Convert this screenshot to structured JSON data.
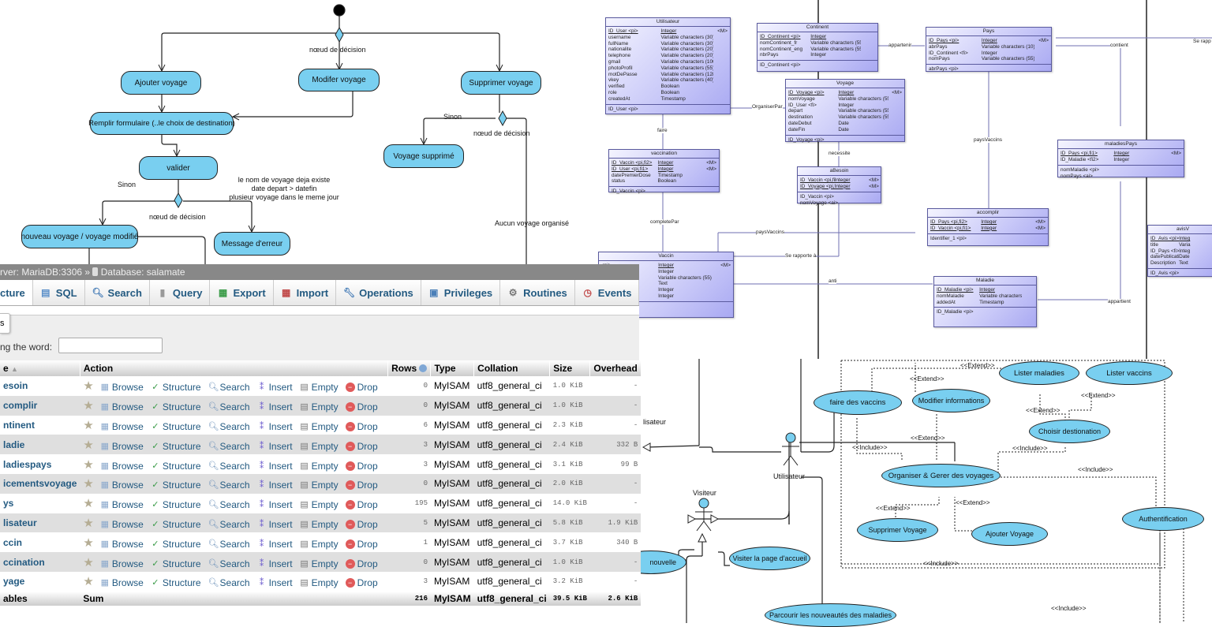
{
  "activity": {
    "nodes": {
      "ajouter": "Ajouter voyage",
      "modifier": "Modifer voyage",
      "supprimer": "Supprimer voyage",
      "remplir": "Remplir formulaire (..le choix de destination)",
      "valider": "valider",
      "nouveau": "nouveau voyage / voyage modifié",
      "erreur": "Message d'erreur",
      "supprime": "Voyage supprimé"
    },
    "labels": {
      "decision1": "nœud de décision",
      "decision2": "nœud de décision",
      "decision3": "nœud de décision",
      "sinon1": "Sinon",
      "sinon2": "Sinon",
      "conditions": [
        "le nom de voyage deja existe",
        "date depart > datefin",
        "plusieur voyage dans le meme jour"
      ],
      "aucun": "Aucun voyage organisé"
    }
  },
  "erd": {
    "entities": {
      "utilisateur": {
        "name": "Utilisateur",
        "attrs": [
          [
            "ID_User",
            "<pi>",
            "Integer",
            "<M>"
          ],
          [
            "username",
            "",
            "Variable characters (30)",
            ""
          ],
          [
            "fullName",
            "",
            "Variable characters (30)",
            ""
          ],
          [
            "nationalite",
            "",
            "Variable characters (20)",
            ""
          ],
          [
            "telephone",
            "",
            "Variable characters (20)",
            ""
          ],
          [
            "gmail",
            "",
            "Variable characters (100)",
            ""
          ],
          [
            "photoProfil",
            "",
            "Variable characters (55)",
            ""
          ],
          [
            "motDePasse",
            "",
            "Variable characters (128)",
            ""
          ],
          [
            "vkey",
            "",
            "Variable characters (40)",
            ""
          ],
          [
            "verified",
            "",
            "Boolean",
            ""
          ],
          [
            "role",
            "",
            "Boolean",
            ""
          ],
          [
            "createdAt",
            "",
            "Timestamp",
            ""
          ]
        ],
        "ids": [
          "ID_User <pi>"
        ]
      },
      "continent": {
        "name": "Continent",
        "attrs": [
          [
            "ID_Continent",
            "<pi>",
            "Integer",
            ""
          ],
          [
            "nomContinent_fr",
            "",
            "Variable characters (55)",
            ""
          ],
          [
            "nomContinent_eng",
            "",
            "Variable characters (55)",
            ""
          ],
          [
            "nbrPays",
            "",
            "Integer",
            ""
          ]
        ],
        "ids": [
          "ID_Continent <pi>"
        ]
      },
      "pays": {
        "name": "Pays",
        "attrs": [
          [
            "ID_Pays",
            "<pi>",
            "Integer",
            "<M>"
          ],
          [
            "abrPays",
            "",
            "Variable characters (10)",
            ""
          ],
          [
            "ID_Continent",
            "<fi>",
            "Integer",
            ""
          ],
          [
            "nomPays",
            "",
            "Variable characters (55)",
            ""
          ]
        ],
        "ids": [
          "abrPays <pi>"
        ]
      },
      "voyage": {
        "name": "Voyage",
        "attrs": [
          [
            "ID_Voyage",
            "<pi>",
            "Integer",
            "<M>"
          ],
          [
            "nomVoyage",
            "",
            "Variable characters (55)",
            ""
          ],
          [
            "ID_User",
            "<fi>",
            "Integer",
            ""
          ],
          [
            "depart",
            "",
            "Variable characters (55)",
            ""
          ],
          [
            "destination",
            "",
            "Variable characters (55)",
            ""
          ],
          [
            "dateDebut",
            "",
            "Date",
            ""
          ],
          [
            "dateFin",
            "",
            "Date",
            ""
          ]
        ],
        "ids": [
          "ID_Voyage <pi>"
        ]
      },
      "vaccination": {
        "name": "vaccination",
        "attrs": [
          [
            "ID_Vaccin",
            "<pi,fi2>",
            "Integer",
            "<M>"
          ],
          [
            "ID_User",
            "<pi,fi1>",
            "Integer",
            "<M>"
          ],
          [
            "datePremierDose",
            "",
            "Timestamp",
            ""
          ],
          [
            "status",
            "",
            "Boolean",
            ""
          ]
        ],
        "ids": [
          "ID_Vaccin <pi>"
        ]
      },
      "abesoin": {
        "name": "aBesoin",
        "attrs": [
          [
            "ID_Vaccin",
            "<pi,fi2>",
            "Integer",
            "<M>"
          ],
          [
            "ID_Voyage",
            "<pi,fi1>",
            "Integer",
            "<M>"
          ]
        ],
        "ids": [
          "ID_Vaccin <pi>",
          "nomVoyage <ai>"
        ]
      },
      "maladiespays": {
        "name": "maladiesPays",
        "attrs": [
          [
            "ID_Pays",
            "<pi,fi1>",
            "Integer",
            "<M>"
          ],
          [
            "ID_Maladie",
            "<fi2>",
            "Integer",
            ""
          ]
        ],
        "ids": [
          "nomMaladie <pi>",
          "nomPays <ai>"
        ]
      },
      "accomplir": {
        "name": "accomplir",
        "attrs": [
          [
            "ID_Pays",
            "<pi,fi2>",
            "Integer",
            "<M>"
          ],
          [
            "ID_Vaccin",
            "<pi,fi1>",
            "Integer",
            "<M>"
          ]
        ],
        "ids": [
          "Identifier_1 <pi>"
        ]
      },
      "vaccin": {
        "name": "Vaccin",
        "attrs": [
          [
            "",
            "<pi>",
            "Integer",
            "<M>"
          ],
          [
            "",
            "<fi>",
            "Integer",
            ""
          ],
          [
            "",
            "",
            "Variable characters (55)",
            ""
          ],
          [
            "",
            "",
            "Text",
            ""
          ],
          [
            "",
            "",
            "Integer",
            ""
          ],
          [
            "",
            "",
            "Integer",
            ""
          ]
        ],
        "ids": []
      },
      "maladie": {
        "name": "Maladie",
        "attrs": [
          [
            "ID_Maladie",
            "<pi>",
            "Integer",
            ""
          ],
          [
            "nomMaladie",
            "",
            "Variable characters (55",
            ""
          ],
          [
            "addedAt",
            "",
            "Timestamp",
            ""
          ]
        ],
        "ids": [
          "ID_Maladie <pi>"
        ]
      },
      "avis": {
        "name": "avisV",
        "attrs": [
          [
            "ID_Avis",
            "<pi>",
            "Integ",
            ""
          ],
          [
            "title",
            "",
            "Varia",
            ""
          ],
          [
            "ID_Pays",
            "<fi>",
            "Integ",
            ""
          ],
          [
            "datePublication",
            "",
            "Date",
            ""
          ],
          [
            "Description",
            "",
            "Text",
            ""
          ]
        ],
        "ids": [
          "ID_Avis <pi>"
        ]
      }
    },
    "relations": {
      "appartenir": "appartenir",
      "contient": "contient",
      "se_rapporte_top": "Se rapp",
      "organiserpar": "OrganiserPar",
      "faire": "faire",
      "necessite": "necessite",
      "paysvaccins1": "paysVaccins",
      "paysvaccins2": "paysVaccins",
      "completepar": "completePar",
      "se_rapporte": "Se rapporte à",
      "anti": "anti",
      "appartient": "appartient"
    }
  },
  "usecase": {
    "actors": {
      "utilisateur": "Utilisateur",
      "visiteur": "Visiteur",
      "partial": "lisateur"
    },
    "cases": {
      "faire_vaccins": "faire des vaccins",
      "modifier_info": "Modifier informations",
      "lister_maladies": "Lister maladies",
      "lister_vaccins": "Lister vaccins",
      "choisir_dest": "Choisir destionation",
      "organiser": "Organiser & Gerer des voyages",
      "supprimer": "Supprimer Voyage",
      "ajouter": "Ajouter Voyage",
      "auth": "Authentification",
      "visiter": "Visiter la page d'accueil",
      "nouvelle": "nouvelle",
      "parcourir": "Parcourir les nouveautés des maladies"
    },
    "stereotypes": {
      "extend": "<<Extend>>",
      "include": "<<Include>>"
    }
  },
  "pma": {
    "breadcrumb": {
      "server": "rver: MariaDB:3306",
      "sep": "»",
      "database": "Database: salamate"
    },
    "tabs": [
      {
        "label": "cture",
        "icon": "structure-icon"
      },
      {
        "label": "SQL",
        "icon": "sql-icon"
      },
      {
        "label": "Search",
        "icon": "search-icon"
      },
      {
        "label": "Query",
        "icon": "query-icon"
      },
      {
        "label": "Export",
        "icon": "export-icon"
      },
      {
        "label": "Import",
        "icon": "import-icon"
      },
      {
        "label": "Operations",
        "icon": "operations-icon"
      },
      {
        "label": "Privileges",
        "icon": "privileges-icon"
      },
      {
        "label": "Routines",
        "icon": "routines-icon"
      },
      {
        "label": "Events",
        "icon": "events-icon"
      }
    ],
    "filter": {
      "button_partial": "s",
      "label": "ng the word:",
      "value": ""
    },
    "columns": {
      "table": "e",
      "action": "Action",
      "rows": "Rows",
      "type": "Type",
      "collation": "Collation",
      "size": "Size",
      "overhead": "Overhead"
    },
    "actions": {
      "browse": "Browse",
      "structure": "Structure",
      "search": "Search",
      "insert": "Insert",
      "empty": "Empty",
      "drop": "Drop"
    },
    "rows": [
      {
        "name": "esoin",
        "rows": "0",
        "type": "MyISAM",
        "collation": "utf8_general_ci",
        "size": "1.0 KiB",
        "overhead": "-"
      },
      {
        "name": "complir",
        "rows": "0",
        "type": "MyISAM",
        "collation": "utf8_general_ci",
        "size": "1.0 KiB",
        "overhead": "-"
      },
      {
        "name": "ntinent",
        "rows": "6",
        "type": "MyISAM",
        "collation": "utf8_general_ci",
        "size": "2.3 KiB",
        "overhead": "-"
      },
      {
        "name": "ladie",
        "rows": "3",
        "type": "MyISAM",
        "collation": "utf8_general_ci",
        "size": "2.4 KiB",
        "overhead": "332 B"
      },
      {
        "name": "ladiespays",
        "rows": "3",
        "type": "MyISAM",
        "collation": "utf8_general_ci",
        "size": "3.1 KiB",
        "overhead": "99 B"
      },
      {
        "name": "icementsvoyage",
        "rows": "0",
        "type": "MyISAM",
        "collation": "utf8_general_ci",
        "size": "2.0 KiB",
        "overhead": "-"
      },
      {
        "name": "ys",
        "rows": "195",
        "type": "MyISAM",
        "collation": "utf8_general_ci",
        "size": "14.0 KiB",
        "overhead": "-"
      },
      {
        "name": "lisateur",
        "rows": "5",
        "type": "MyISAM",
        "collation": "utf8_general_ci",
        "size": "5.8 KiB",
        "overhead": "1.9 KiB"
      },
      {
        "name": "ccin",
        "rows": "1",
        "type": "MyISAM",
        "collation": "utf8_general_ci",
        "size": "3.7 KiB",
        "overhead": "340 B"
      },
      {
        "name": "ccination",
        "rows": "0",
        "type": "MyISAM",
        "collation": "utf8_general_ci",
        "size": "1.0 KiB",
        "overhead": "-"
      },
      {
        "name": "yage",
        "rows": "3",
        "type": "MyISAM",
        "collation": "utf8_general_ci",
        "size": "3.2 KiB",
        "overhead": "-"
      }
    ],
    "footer": {
      "label": "ables",
      "sum": "Sum",
      "rows": "216",
      "type": "MyISAM",
      "collation": "utf8_general_ci",
      "size": "39.5 KiB",
      "overhead": "2.6 KiB"
    }
  }
}
